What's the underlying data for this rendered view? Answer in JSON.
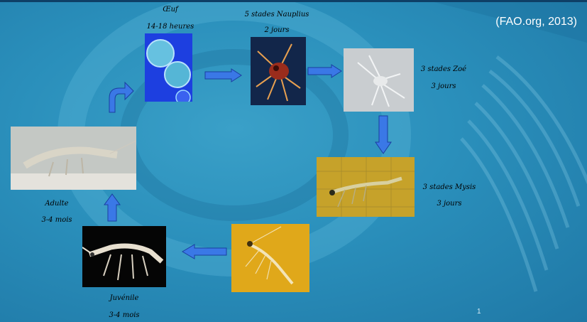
{
  "citation": "(FAO.org, 2013)",
  "page_number": "1",
  "stages": {
    "egg": {
      "name": "Œuf",
      "duration": "14-18 heures"
    },
    "nauplius": {
      "name": "5 stades Nauplius",
      "duration": "2 jours"
    },
    "zoe": {
      "name": "3 stades Zoé",
      "duration": "3 jours"
    },
    "mysis": {
      "name": "3 stades Mysis",
      "duration": "3 jours"
    },
    "juvenile": {
      "name": "Juvénile",
      "duration": "3-4 mois"
    },
    "adult": {
      "name": "Adulte",
      "duration": "3-4 mois"
    }
  },
  "colors": {
    "background": "#2a8fbb",
    "arrow": "#3a78e6",
    "text": "#000000",
    "citation": "#ffffff"
  }
}
